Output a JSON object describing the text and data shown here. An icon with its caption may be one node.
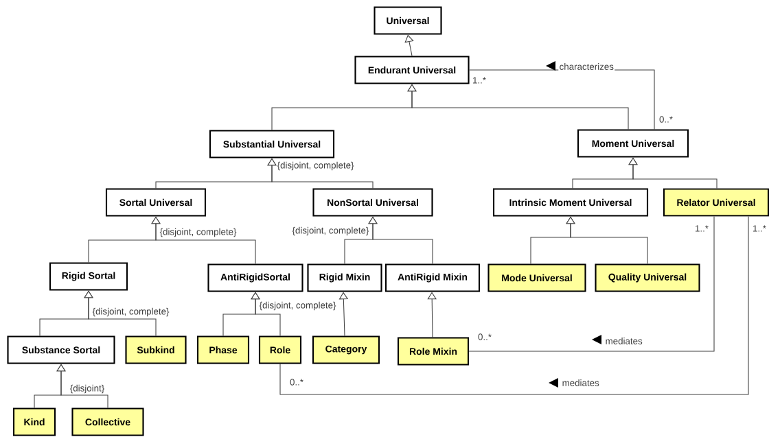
{
  "diagram": {
    "nodes": [
      {
        "text": [
          "Universal"
        ]
      },
      {
        "text": [
          "Endurant Universal"
        ]
      },
      {
        "text": [
          "Substantial Universal"
        ]
      },
      {
        "text": [
          "Moment Universal"
        ]
      },
      {
        "text": [
          "Sortal Universal"
        ]
      },
      {
        "text": [
          "NonSortal Universal"
        ]
      },
      {
        "text": [
          "Intrinsic Moment Universal"
        ]
      },
      {
        "text": [
          "Relator Universal"
        ]
      },
      {
        "text": [
          "Rigid Sortal"
        ]
      },
      {
        "text": [
          "AntiRigidSortal"
        ]
      },
      {
        "text": [
          "Rigid Mixin"
        ]
      },
      {
        "text": [
          "AntiRigid Mixin"
        ]
      },
      {
        "text": [
          "Mode Universal"
        ]
      },
      {
        "text": [
          "Quality Universal"
        ]
      },
      {
        "text": [
          "Substance Sortal"
        ]
      },
      {
        "text": [
          "Subkind"
        ]
      },
      {
        "text": [
          "Phase"
        ]
      },
      {
        "text": [
          "Role"
        ]
      },
      {
        "text": [
          "Category"
        ]
      },
      {
        "text": [
          "Role Mixin"
        ]
      },
      {
        "text": [
          "Kind"
        ]
      },
      {
        "text": [
          "Collective"
        ]
      }
    ],
    "edges": [
      {
        "from": 1,
        "to": 0,
        "arrow": "to"
      },
      {
        "from": 2,
        "to": 1,
        "arrow": "to"
      },
      {
        "from": 3,
        "to": 1,
        "arrow": "to"
      },
      {
        "from": 4,
        "to": 2,
        "arrow": "to"
      },
      {
        "from": 5,
        "to": 2,
        "arrow": "to"
      },
      {
        "from": 6,
        "to": 3,
        "arrow": "to"
      },
      {
        "from": 7,
        "to": 3,
        "arrow": "to"
      },
      {
        "from": 8,
        "to": 4,
        "arrow": "to"
      },
      {
        "from": 9,
        "to": 4,
        "arrow": "to"
      },
      {
        "from": 10,
        "to": 5,
        "arrow": "to"
      },
      {
        "from": 11,
        "to": 5,
        "arrow": "to"
      },
      {
        "from": 12,
        "to": 6,
        "arrow": "to"
      },
      {
        "from": 13,
        "to": 6,
        "arrow": "to"
      },
      {
        "from": 14,
        "to": 8,
        "arrow": "to"
      },
      {
        "from": 15,
        "to": 8,
        "arrow": "to"
      },
      {
        "from": 16,
        "to": 9,
        "arrow": "to"
      },
      {
        "from": 17,
        "to": 9,
        "arrow": "to"
      },
      {
        "from": 18,
        "to": 10,
        "arrow": "to"
      },
      {
        "from": 19,
        "to": 11,
        "arrow": "to"
      },
      {
        "from": 20,
        "to": 14,
        "arrow": "to"
      },
      {
        "from": 21,
        "to": 14,
        "arrow": "to"
      },
      {
        "from": 3,
        "to": 1,
        "arrow": "none",
        "label": "characterizes"
      },
      {
        "from": 19,
        "to": 7,
        "arrow": "none",
        "label": "mediates"
      },
      {
        "from": 17,
        "to": 7,
        "arrow": "none",
        "label": "mediates"
      }
    ],
    "labels": [
      "1..*",
      "0..*",
      "{disjoint, complete}",
      "1..*",
      "1..*",
      "{disjoint, complete}",
      "{disjoint, complete}",
      "{disjoint, complete}",
      "{disjoint, complete}",
      "0..*",
      "0..*",
      "{disjoint}"
    ]
  }
}
